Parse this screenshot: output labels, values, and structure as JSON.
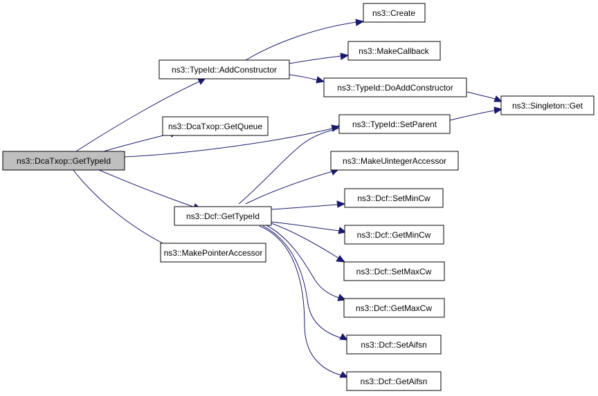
{
  "nodes": {
    "dcatxop_gettypeid": "ns3::DcaTxop::GetTypeId",
    "typeid_addconstructor": "ns3::TypeId::AddConstructor",
    "dcatxop_getqueue": "ns3::DcaTxop::GetQueue",
    "dcf_gettypeid": "ns3::Dcf::GetTypeId",
    "makepointeraccessor": "ns3::MakePointerAccessor",
    "create": "ns3::Create",
    "makecallback": "ns3::MakeCallback",
    "typeid_doaddconstructor": "ns3::TypeId::DoAddConstructor",
    "typeid_setparent": "ns3::TypeId::SetParent",
    "makeuintegeraccessor": "ns3::MakeUintegerAccessor",
    "dcf_setmincw": "ns3::Dcf::SetMinCw",
    "dcf_getmincw": "ns3::Dcf::GetMinCw",
    "dcf_setmaxcw": "ns3::Dcf::SetMaxCw",
    "dcf_getmaxcw": "ns3::Dcf::GetMaxCw",
    "dcf_setaifsn": "ns3::Dcf::SetAifsn",
    "dcf_getaifsn": "ns3::Dcf::GetAifsn",
    "singleton_get": "ns3::Singleton::Get"
  },
  "edges": [
    [
      "dcatxop_gettypeid",
      "typeid_addconstructor"
    ],
    [
      "dcatxop_gettypeid",
      "dcatxop_getqueue"
    ],
    [
      "dcatxop_gettypeid",
      "typeid_setparent"
    ],
    [
      "dcatxop_gettypeid",
      "dcf_gettypeid"
    ],
    [
      "dcatxop_gettypeid",
      "makepointeraccessor"
    ],
    [
      "typeid_addconstructor",
      "create"
    ],
    [
      "typeid_addconstructor",
      "makecallback"
    ],
    [
      "typeid_addconstructor",
      "typeid_doaddconstructor"
    ],
    [
      "typeid_doaddconstructor",
      "singleton_get"
    ],
    [
      "typeid_setparent",
      "singleton_get"
    ],
    [
      "dcf_gettypeid",
      "typeid_setparent"
    ],
    [
      "dcf_gettypeid",
      "makeuintegeraccessor"
    ],
    [
      "dcf_gettypeid",
      "dcf_setmincw"
    ],
    [
      "dcf_gettypeid",
      "dcf_getmincw"
    ],
    [
      "dcf_gettypeid",
      "dcf_setmaxcw"
    ],
    [
      "dcf_gettypeid",
      "dcf_getmaxcw"
    ],
    [
      "dcf_gettypeid",
      "dcf_setaifsn"
    ],
    [
      "dcf_gettypeid",
      "dcf_getaifsn"
    ]
  ],
  "colors": {
    "edge": "#191970",
    "root_fill": "#bfbfbf",
    "node_fill": "#ffffff",
    "node_border": "#000000"
  }
}
